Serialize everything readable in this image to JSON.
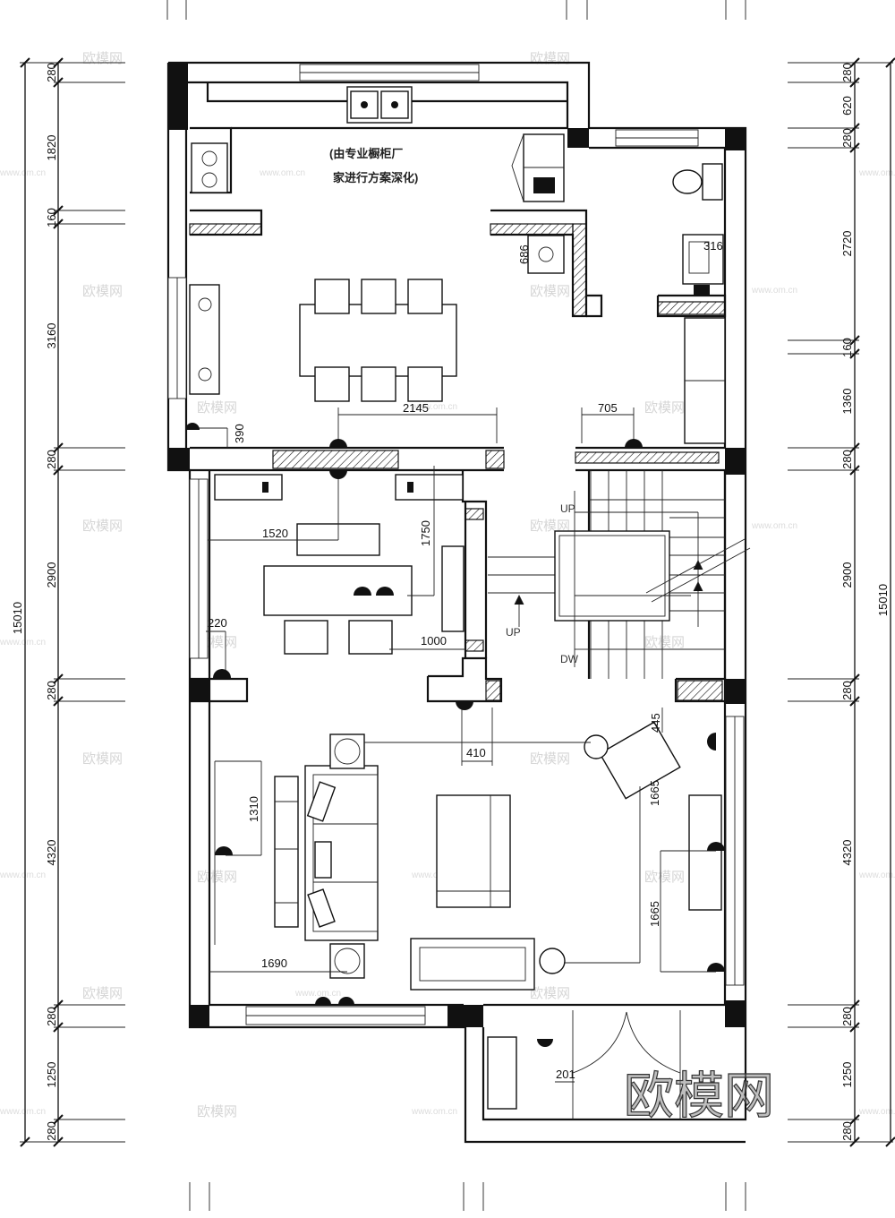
{
  "plan": {
    "note_line1": "(由专业橱柜厂",
    "note_line2": "家进行方案深化)",
    "left_dims": [
      "280",
      "1820",
      "160",
      "3160",
      "280",
      "2900",
      "280",
      "4320",
      "280",
      "1250",
      "280"
    ],
    "left_total": "15010",
    "right_dims": [
      "280",
      "620",
      "280",
      "2720",
      "160",
      "1360",
      "280",
      "2900",
      "280",
      "4320",
      "280",
      "1250",
      "280"
    ],
    "right_total": "15010",
    "inner_dims": {
      "d2145": "2145",
      "d705": "705",
      "d390": "390",
      "d1520": "1520",
      "d1750": "1750",
      "d1000": "1000",
      "d220": "220",
      "d410": "410",
      "d445": "445",
      "d1665a": "1665",
      "d1665b": "1665",
      "d1310": "1310",
      "d1690": "1690",
      "d201": "201",
      "d316": "316",
      "d686": "686"
    },
    "up1": "UP",
    "up2": "UP",
    "dw": "DW"
  },
  "watermark": {
    "text": "欧模网",
    "url": "www.om.cn",
    "big": "欧模网"
  }
}
